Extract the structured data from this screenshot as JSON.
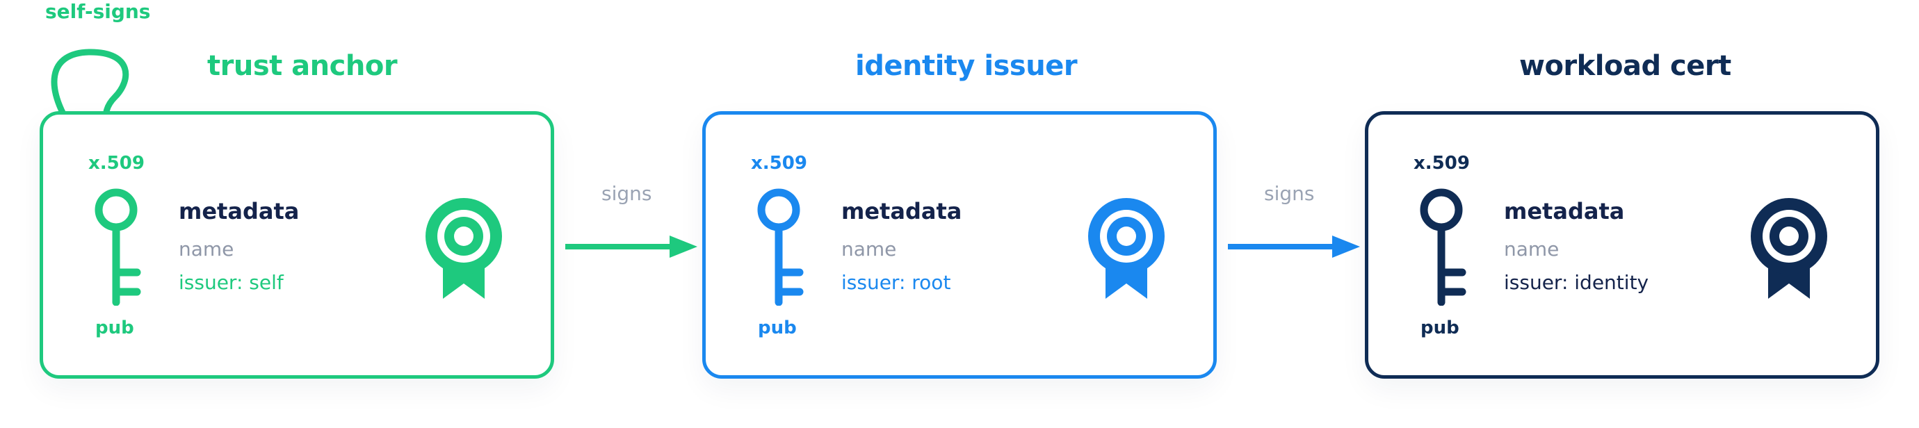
{
  "colors": {
    "green": "#1ec97e",
    "blue": "#1a88ef",
    "navy": "#0f2c55",
    "dark_text": "#14234b",
    "muted": "#8f97a8",
    "arrow_label": "#9aa3b3"
  },
  "self_signs_label": "self-signs",
  "cards": [
    {
      "title": "trust anchor",
      "format": "x.509",
      "key_label": "pub",
      "meta_title": "metadata",
      "meta_name": "name",
      "issuer": "issuer: self",
      "key_icon": "key-icon",
      "seal_icon": "certificate-seal-icon"
    },
    {
      "title": "identity issuer",
      "format": "x.509",
      "key_label": "pub",
      "meta_title": "metadata",
      "meta_name": "name",
      "issuer": "issuer: root",
      "key_icon": "key-icon",
      "seal_icon": "certificate-seal-icon"
    },
    {
      "title": "workload cert",
      "format": "x.509",
      "key_label": "pub",
      "meta_title": "metadata",
      "meta_name": "name",
      "issuer": "issuer: identity",
      "key_icon": "key-icon",
      "seal_icon": "certificate-seal-icon"
    }
  ],
  "connectors": [
    {
      "label": "signs"
    },
    {
      "label": "signs"
    }
  ]
}
